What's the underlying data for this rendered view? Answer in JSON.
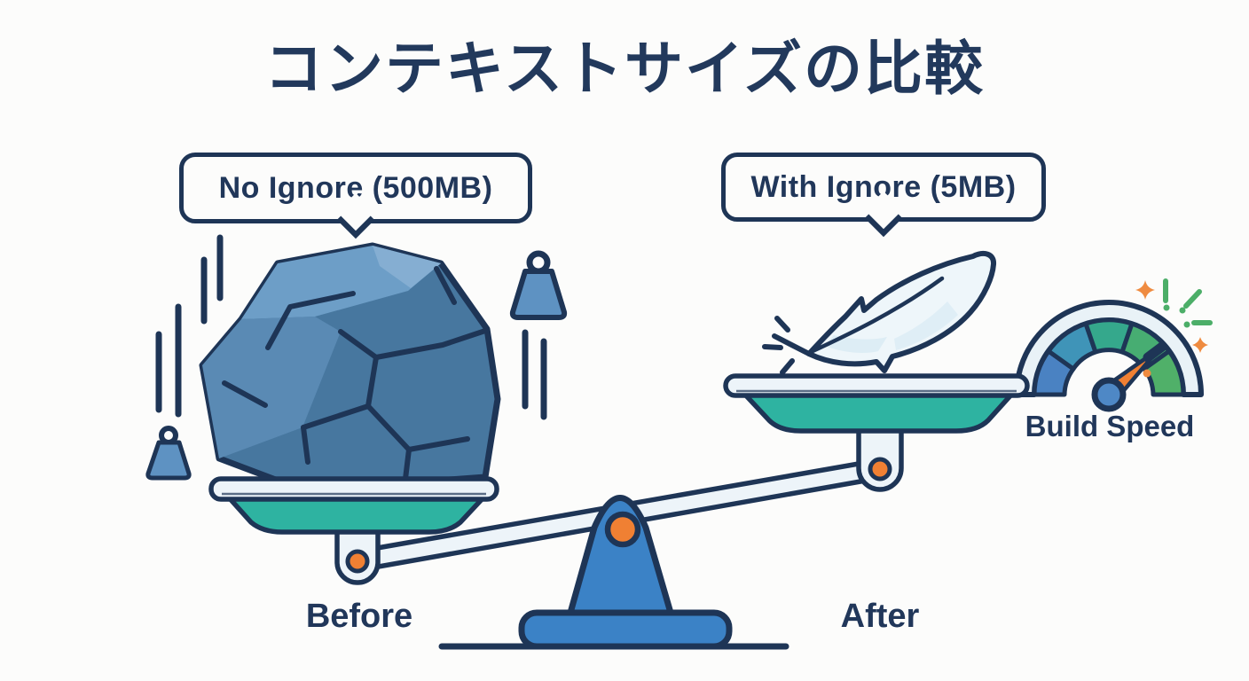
{
  "title": "コンテキストサイズの比較",
  "scene": {
    "left": {
      "bubble": "No Ignore (500MB)",
      "caption": "Before"
    },
    "right": {
      "bubble": "With Ignore (5MB)",
      "caption": "After"
    },
    "gauge_label": "Build Speed"
  },
  "colors": {
    "navy_outline": "#1e3556",
    "title_text": "#22395c",
    "rock_blue": "#47779f",
    "rock_highlight": "#6d9ec7",
    "fulcrum_blue": "#3b82c6",
    "pan_teal": "#2eb3a1",
    "pivot_orange": "#f08033",
    "sparkle_green": "#4cae68",
    "sparkle_orange": "#ef8b40",
    "ice_white": "#edf4f9",
    "background": "#fcfcfb"
  },
  "icons": {
    "rock": "boulder-icon",
    "feather": "feather-icon",
    "weights": "kettlebell-weight-icon",
    "scale": "balance-scale-icon",
    "gauge": "speedometer-icon",
    "sparkles": "sparkle-icon"
  }
}
